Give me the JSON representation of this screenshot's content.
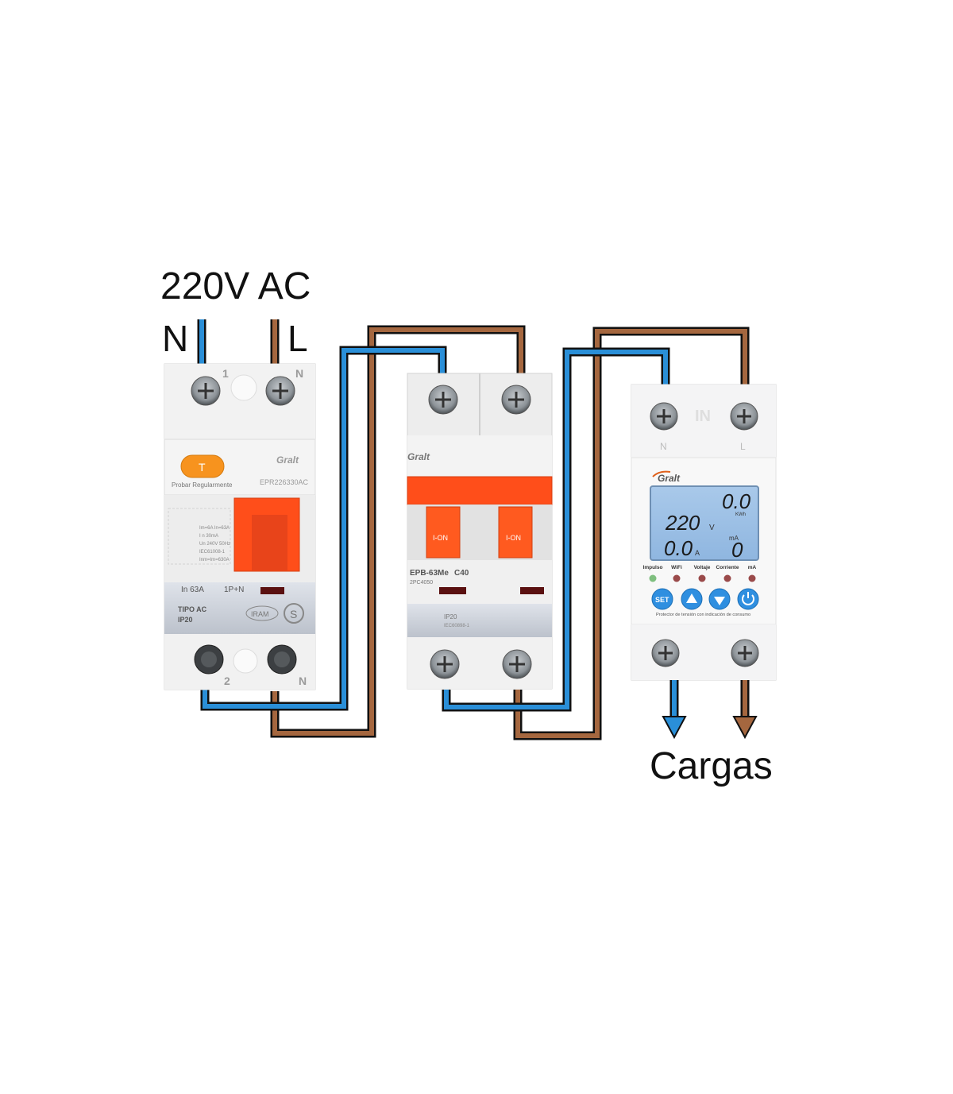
{
  "header": {
    "voltage": "220V AC",
    "neutral": "N",
    "line": "L"
  },
  "footer": {
    "loads": "Cargas"
  },
  "colors": {
    "neutral_wire": "#2a8fd8",
    "line_wire": "#a5673f",
    "wire_outline": "#111111",
    "accent": "#ff5a1f"
  },
  "rcd": {
    "top_label_1": "1",
    "top_label_n": "N",
    "brand": "Gralt",
    "model": "EPR226330AC",
    "test_button": "T",
    "test_label": "Probar Regularmente",
    "specs": [
      "Im=6A In=63A",
      "I n 30mA",
      "Un 240V 50Hz",
      "IEC61008-1",
      "Inm=Im=630A"
    ],
    "rating": "In 63A",
    "poles": "1P+N",
    "type": "TIPO AC",
    "ip": "IP20",
    "cert": "IRAM",
    "cert_s": "S",
    "bottom_label_2": "2",
    "bottom_label_n": "N"
  },
  "mcb": {
    "brand": "Gralt",
    "model": "EPB-63Me",
    "curve": "C40",
    "code": "2PC4050",
    "on_left": "I-ON",
    "on_right": "I-ON",
    "ip": "IP20",
    "standard": "IEC60898-1"
  },
  "protector": {
    "label_in": "IN",
    "label_n": "N",
    "label_l": "L",
    "brand": "Gralt",
    "display": {
      "energy": "0.0",
      "energy_unit": "KWh",
      "voltage": "220",
      "voltage_unit": "V",
      "current": "0.0",
      "current_unit": "A",
      "leak": "0",
      "leak_unit": "mA"
    },
    "indicators": [
      "Impulso",
      "WiFi",
      "Voltaje",
      "Corriente",
      "mA"
    ],
    "set_button": "SET",
    "caption": "Protector de tensión con indicación de consumo"
  }
}
